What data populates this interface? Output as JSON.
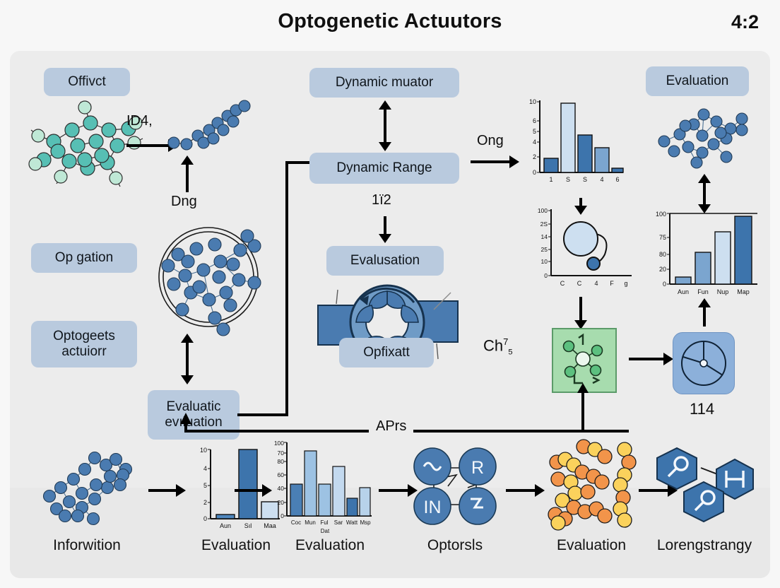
{
  "header": {
    "title": "Optogenetic Actuutors",
    "counter": "4:2"
  },
  "diagram": {
    "pills": {
      "offivct": "Offivct",
      "opgation": "Op gation",
      "optogeets_line1": "Optogeets",
      "optogeets_line2": "actuiorr",
      "dynamic_muator": "Dynamic muator",
      "dynamic_range": "Dynamic Range",
      "evalusation": "Evalusation",
      "opfixatt": "Opfixatt",
      "evaluatic_line1": "Evaluatic",
      "evaluatic_line2": "evıluation",
      "evaluation_top_right": "Evaluation"
    },
    "edge_labels": {
      "id4": "ID4,",
      "dng": "Dng",
      "one_i_two": "1ï2",
      "ong": "Ong",
      "ch7": "Ch",
      "ch7_sup": "7",
      "ch7_sub": "5",
      "aprs": "APrs",
      "gauge_value": "114"
    }
  },
  "bottom_row": {
    "captions": [
      "Inforwition",
      "Evaluation",
      "Evaluation",
      "Optorsls",
      "Evaluation",
      "Lorengstrangy"
    ],
    "node_labels": [
      "R",
      "IN"
    ]
  },
  "colors": {
    "pill": "#b9cade",
    "bar_dark": "#3d74ac",
    "bar_mid": "#7ba5cf",
    "bar_light": "#cddff0",
    "node_blue": "#4a7bb0",
    "node_teal": "#6fc4ba",
    "node_green": "#74c98c",
    "panel_green": "#a7dcae",
    "particle_orange": "#f2944a",
    "particle_yellow": "#fbd25c",
    "hex_blue": "#3d74ac",
    "canvas": "#ececec",
    "background": "#f7f7f7"
  },
  "chart_data": [
    {
      "id": "chart-top-right-bars",
      "type": "bar",
      "title": "",
      "categories": [
        "1",
        "S",
        "S",
        "4",
        "6"
      ],
      "values": [
        2.0,
        9.8,
        5.3,
        3.5,
        0.6
      ],
      "ytick_labels": [
        "0",
        "2",
        "4",
        "5",
        "6",
        "10"
      ],
      "ylim": [
        0,
        10
      ],
      "xlabel": "",
      "ylabel": "",
      "grid": false,
      "bar_colors": [
        "#3d74ac",
        "#cddff0",
        "#3d74ac",
        "#7ba5cf",
        "#3d74ac"
      ]
    },
    {
      "id": "chart-bubble",
      "type": "scatter",
      "title": "",
      "categories": [
        "C",
        "C",
        "4",
        "F",
        "g"
      ],
      "ytick_labels": [
        "0",
        "10",
        "25",
        "14",
        "2S",
        "100"
      ],
      "ylim": [
        0,
        100
      ],
      "points": [
        {
          "x": "C",
          "y": 58,
          "size": 46,
          "color": "#cddff0"
        },
        {
          "x": "4",
          "y": 14,
          "size": 15,
          "color": "#3d74ac"
        }
      ],
      "xlabel": "",
      "ylabel": "",
      "grid": false
    },
    {
      "id": "chart-right-bars",
      "type": "bar",
      "title": "",
      "categories": [
        "Aun",
        "Fun",
        "Nup",
        "Map"
      ],
      "values": [
        8,
        45,
        74,
        96
      ],
      "ytick_labels": [
        "0",
        "20",
        "80",
        "75",
        "100"
      ],
      "ylim": [
        0,
        100
      ],
      "xlabel": "",
      "ylabel": "",
      "grid": false,
      "bar_colors": [
        "#7ba5cf",
        "#7ba5cf",
        "#cddff0",
        "#3d74ac"
      ]
    },
    {
      "id": "chart-bottom-3bars",
      "type": "bar",
      "title": "",
      "categories": [
        "Aun",
        "Sıl",
        "Maa"
      ],
      "values": [
        0.5,
        10,
        2.5
      ],
      "ytick_labels": [
        "0",
        "2",
        "5",
        "4",
        "10"
      ],
      "ylim": [
        0,
        10
      ],
      "xlabel": "",
      "ylabel": "",
      "grid": false,
      "bar_colors": [
        "#4e86bd",
        "#3d74ac",
        "#cddff0"
      ]
    },
    {
      "id": "chart-bottom-6bars",
      "type": "bar",
      "title": "",
      "categories": [
        "Coc",
        "Mun",
        "Ful",
        "Sar",
        "Watt",
        "Msp"
      ],
      "values": [
        44,
        90,
        44,
        69,
        24,
        39
      ],
      "ytick_labels": [
        "0",
        "20",
        "40",
        "60",
        "80",
        "70",
        "100"
      ],
      "ylim": [
        0,
        100
      ],
      "xlabel": "Dat",
      "ylabel": "",
      "grid": false,
      "bar_colors": [
        "#4a7fb5",
        "#9dc2e3",
        "#9dc2e3",
        "#c3d9ef",
        "#3d74ac",
        "#b7d2ea"
      ]
    }
  ]
}
